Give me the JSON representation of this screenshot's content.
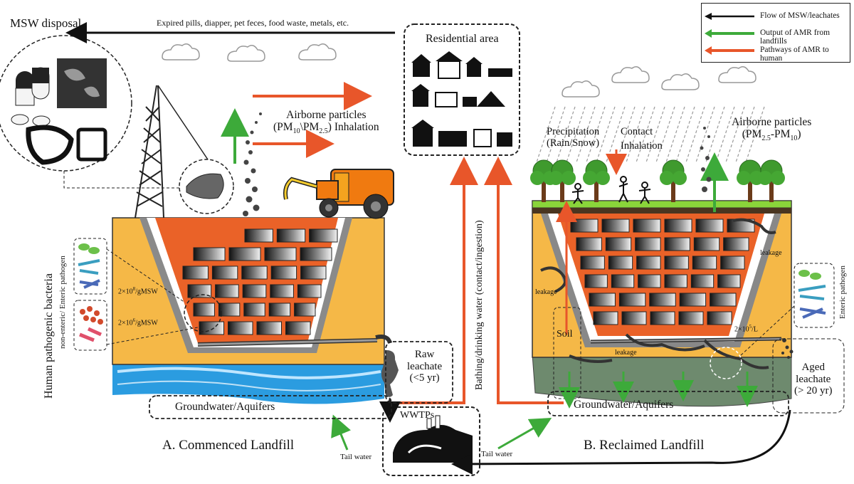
{
  "legend": {
    "flow": "Flow of MSW/leachates",
    "output": "Output of AMR from landfills",
    "pathways": "Pathways of AMR  to human",
    "colors": {
      "flow": "#111111",
      "output": "#3daa3a",
      "pathways": "#e8562a"
    }
  },
  "top": {
    "msw_disposal": "MSW disposal",
    "waste_items": "Expired pills, diapper, pet feces, food waste, metals, etc.",
    "residential": "Residential area"
  },
  "left_landfill": {
    "airborne_line1": "Airborne particles",
    "airborne_pm10": "(PM",
    "airborne_pm10_sub": "10",
    "airborne_sep": "\\PM",
    "airborne_pm25_sub": "2.5",
    "airborne_tail": ") Inhalation",
    "bacteria_title": "Human pathogenic bacteria",
    "bacteria_subtitle": "non-enteric/ Enteric pathogen",
    "density_1": "2×10",
    "density_1_exp": "8",
    "density_1_unit": "/gMSW",
    "density_2": "2×10",
    "density_2_exp": "6",
    "density_2_unit": "/gMSW",
    "raw_leachate_1": "Raw",
    "raw_leachate_2": "leachate",
    "raw_leachate_3": "(<5 yr)",
    "groundwater": "Groundwater/Aquifers",
    "title": "A. Commenced Landfill",
    "tail_water": "Tail water"
  },
  "center": {
    "bathing": "Bathing/drinking water (contact/ingestion)",
    "wwtps": "WWTPs"
  },
  "right_landfill": {
    "precip_1": "Precipitation",
    "precip_2": "(Rain/Snow)",
    "contact": "Contact",
    "inhalation": "Inhalation",
    "airborne_line1": "Airborne particles",
    "airborne_open": "(PM",
    "airborne_pm25_sub": "2.5",
    "airborne_mid": "-PM",
    "airborne_pm10_sub": "10",
    "airborne_close": ")",
    "leakage_a": "leakage",
    "leakage_b": "leakage",
    "leakage_c": "leakage",
    "soil": "Soil",
    "enteric": "Enteric pathogen",
    "density": "2×10",
    "density_exp": "5",
    "density_unit": "/L",
    "aged_1": "Aged",
    "aged_2": "leachate",
    "aged_3": "(> 20 yr)",
    "groundwater": "Groundwater/Aquifers",
    "title": "B. Reclaimed Landfill",
    "tail_water": "Tail water"
  }
}
